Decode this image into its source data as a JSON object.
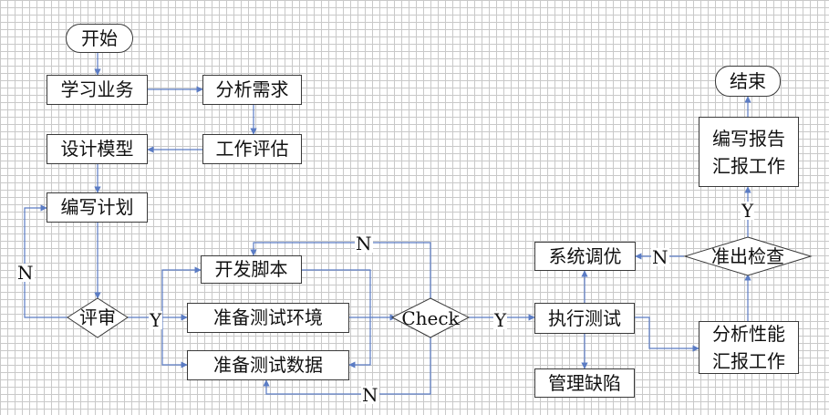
{
  "nodes": {
    "start": "开始",
    "learn_business": "学习业务",
    "analyze_requirements": "分析需求",
    "design_model": "设计模型",
    "work_estimate": "工作评估",
    "write_plan": "编写计划",
    "review": "评审",
    "develop_script": "开发脚本",
    "prepare_env": "准备测试环境",
    "prepare_data": "准备测试数据",
    "check": "Check",
    "tune_system": "系统调优",
    "run_test": "执行测试",
    "manage_defects": "管理缺陷",
    "exit_check": "准出检查",
    "analyze_performance_line1": "分析性能",
    "analyze_performance_line2": "汇报工作",
    "write_report_line1": "编写报告",
    "write_report_line2": "汇报工作",
    "end": "结束"
  },
  "edge_labels": {
    "review_no": "N",
    "review_yes": "Y",
    "check_no_top": "N",
    "check_no_bottom": "N",
    "check_yes": "Y",
    "exit_no": "N",
    "exit_yes": "Y"
  },
  "colors": {
    "connector": "#5b7cc4",
    "node_border": "#3a3a3a"
  }
}
